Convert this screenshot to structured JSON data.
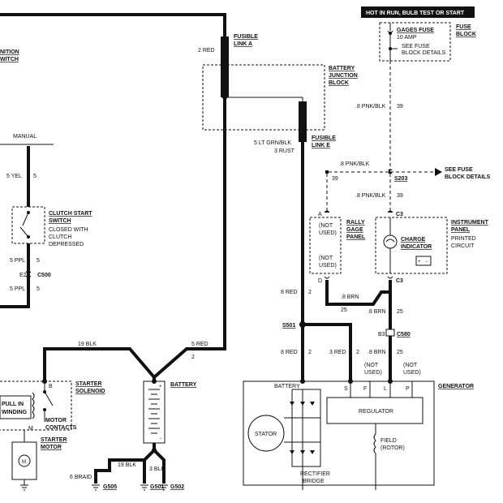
{
  "labels": {
    "ignition_switch_1": "NITION",
    "ignition_switch_2": "WITCH",
    "manual": "MANUAL",
    "wire_5yel": "5 YEL",
    "wire_5yel_circuit": "5",
    "clutch_1": "CLUTCH START",
    "clutch_2": "SWITCH",
    "clutch_3": "CLOSED WITH",
    "clutch_4": "CLUTCH",
    "clutch_5": "DEPRESSED",
    "wire_5ppl_a": "5 PPL",
    "wire_5ppl_a_circuit": "5",
    "c500_e2": "E2",
    "c500": "C500",
    "wire_5ppl_b": "5 PPL",
    "wire_5ppl_b_circuit": "5",
    "wire_2red_top": "2 RED",
    "fusible_link_a_1": "FUSIBLE",
    "fusible_link_a_2": "LINK A",
    "battery_junction_1": "BATTERY",
    "battery_junction_2": "JUNCTION",
    "battery_junction_3": "BLOCK",
    "wire_5ltgrn": "5 LT GRN/BLK",
    "wire_3rust": "3 RUST",
    "fusible_link_e_1": "FUSIBLE",
    "fusible_link_e_2": "LINK E",
    "hot_in_run": "HOT IN RUN, BULB TEST OR START",
    "gages_fuse": "GAGES FUSE",
    "amp10": "10 AMP",
    "see_fuse_1": "SEE FUSE",
    "see_fuse_2": "BLOCK DETAILS",
    "fuse_block_1": "FUSE",
    "fuse_block_2": "BLOCK",
    "wire_8pnk_39_top": ".8 PNK/BLK",
    "circuit_39_top": "39",
    "wire_8pnk_splice": ".8 PNK/BLK",
    "circuit_39_splice": "39",
    "s203": "S203",
    "see_fuse_right_1": "SEE FUSE",
    "see_fuse_right_2": "BLOCK DETAILS",
    "wire_8pnk_39_low": ".8 PNK/BLK",
    "circuit_39_low": "39",
    "conn_a": "A",
    "not_used_1a": "(NOT",
    "not_used_1b": "USED)",
    "rally_1": "RALLY",
    "rally_2": "GAGE",
    "rally_3": "PANEL",
    "not_used_2a": "(NOT",
    "not_used_2b": "USED)",
    "conn_d": "D",
    "c3_top": "C3",
    "charge_1": "CHARGE",
    "charge_2": "INDICATOR",
    "ip_1": "INSTRUMENT",
    "ip_2": "PANEL",
    "ip_3": "PRINTED",
    "ip_4": "CIRCUIT",
    "c3_bottom": "C3",
    "wire_8red_upper": "8 RED",
    "circuit_2_upper": "2",
    "wire_8brn_25_a": ".8 BRN",
    "circuit_25_a": "25",
    "wire_8brn_25_b": ".8 BRN",
    "circuit_25_b": "25",
    "s501": "S501",
    "b3": "B3",
    "c580": "C580",
    "wire_8red_lower": "8 RED",
    "circuit_2_lower": "2",
    "wire_3red": "3 RED",
    "circuit_2_3red": "2",
    "wire_8brn_lower": ".8 BRN",
    "circuit_25_lower": "25",
    "not_used_3a": "(NOT",
    "not_used_3b": "USED)",
    "not_used_4a": "(NOT",
    "not_used_4b": "USED)",
    "wire_19blk_top": "19 BLK",
    "wire_5red": "5 RED",
    "circuit_2_5red": "2",
    "battery": "BATTERY",
    "gen_battery": "BATTERY",
    "term_s": "S",
    "term_f": "F",
    "term_l": "L",
    "term_p": "P",
    "generator": "GENERATOR",
    "regulator": "REGULATOR",
    "stator": "STATOR",
    "field_1": "FIELD",
    "field_2": "(ROTOR)",
    "rectifier_1": "RECTIFIER",
    "rectifier_2": "BRIDGE",
    "starter_sol_1": "STARTER",
    "starter_sol_2": "SOLENOID",
    "term_b": "B",
    "pull_in_1": "PULL IN",
    "pull_in_2": "WINDING",
    "motor_contacts_1": "MOTOR",
    "motor_contacts_2": "CONTACTS",
    "term_m": "M",
    "starter_motor_1": "STARTER",
    "starter_motor_2": "MOTOR",
    "motor_m": "M",
    "wire_6braid": "6 BRAID",
    "wire_19blk_bottom": "19 BLK",
    "wire_3blk": "3 BLK",
    "g505": "G505",
    "g501": "G501",
    "g502": "G502",
    "plus": "+",
    "minus": "−"
  }
}
